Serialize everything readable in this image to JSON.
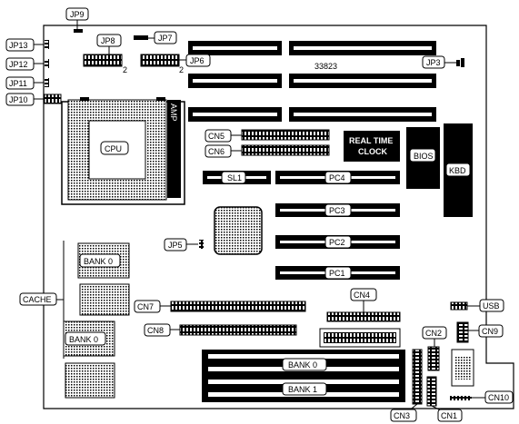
{
  "diagram": {
    "board_number": "33823",
    "labels": {
      "jp9": "JP9",
      "jp7": "JP7",
      "jp8": "JP8",
      "jp6": "JP6",
      "jp3": "JP3",
      "jp13": "JP13",
      "jp12": "JP12",
      "jp11": "JP11",
      "jp10": "JP10",
      "jp5": "JP5",
      "pin2_a": "2",
      "pin2_b": "2",
      "cpu": "CPU",
      "amp": "AMP",
      "cn5": "CN5",
      "cn6": "CN6",
      "cn7": "CN7",
      "cn8": "CN8",
      "cn4": "CN4",
      "cn2": "CN2",
      "cn9": "CN9",
      "cn10": "CN10",
      "cn3": "CN3",
      "cn1": "CN1",
      "usb": "USB",
      "kbd": "KBD",
      "bios": "BIOS",
      "rtc_line1": "REAL TIME",
      "rtc_line2": "CLOCK",
      "sl1": "SL1",
      "pc4": "PC4",
      "pc3": "PC3",
      "pc2": "PC2",
      "pc1": "PC1",
      "cache": "CACHE",
      "bank0_cache_a": "BANK 0",
      "bank0_cache_b": "BANK 0",
      "bank0_simm": "BANK 0",
      "bank1_simm": "BANK 1"
    }
  }
}
